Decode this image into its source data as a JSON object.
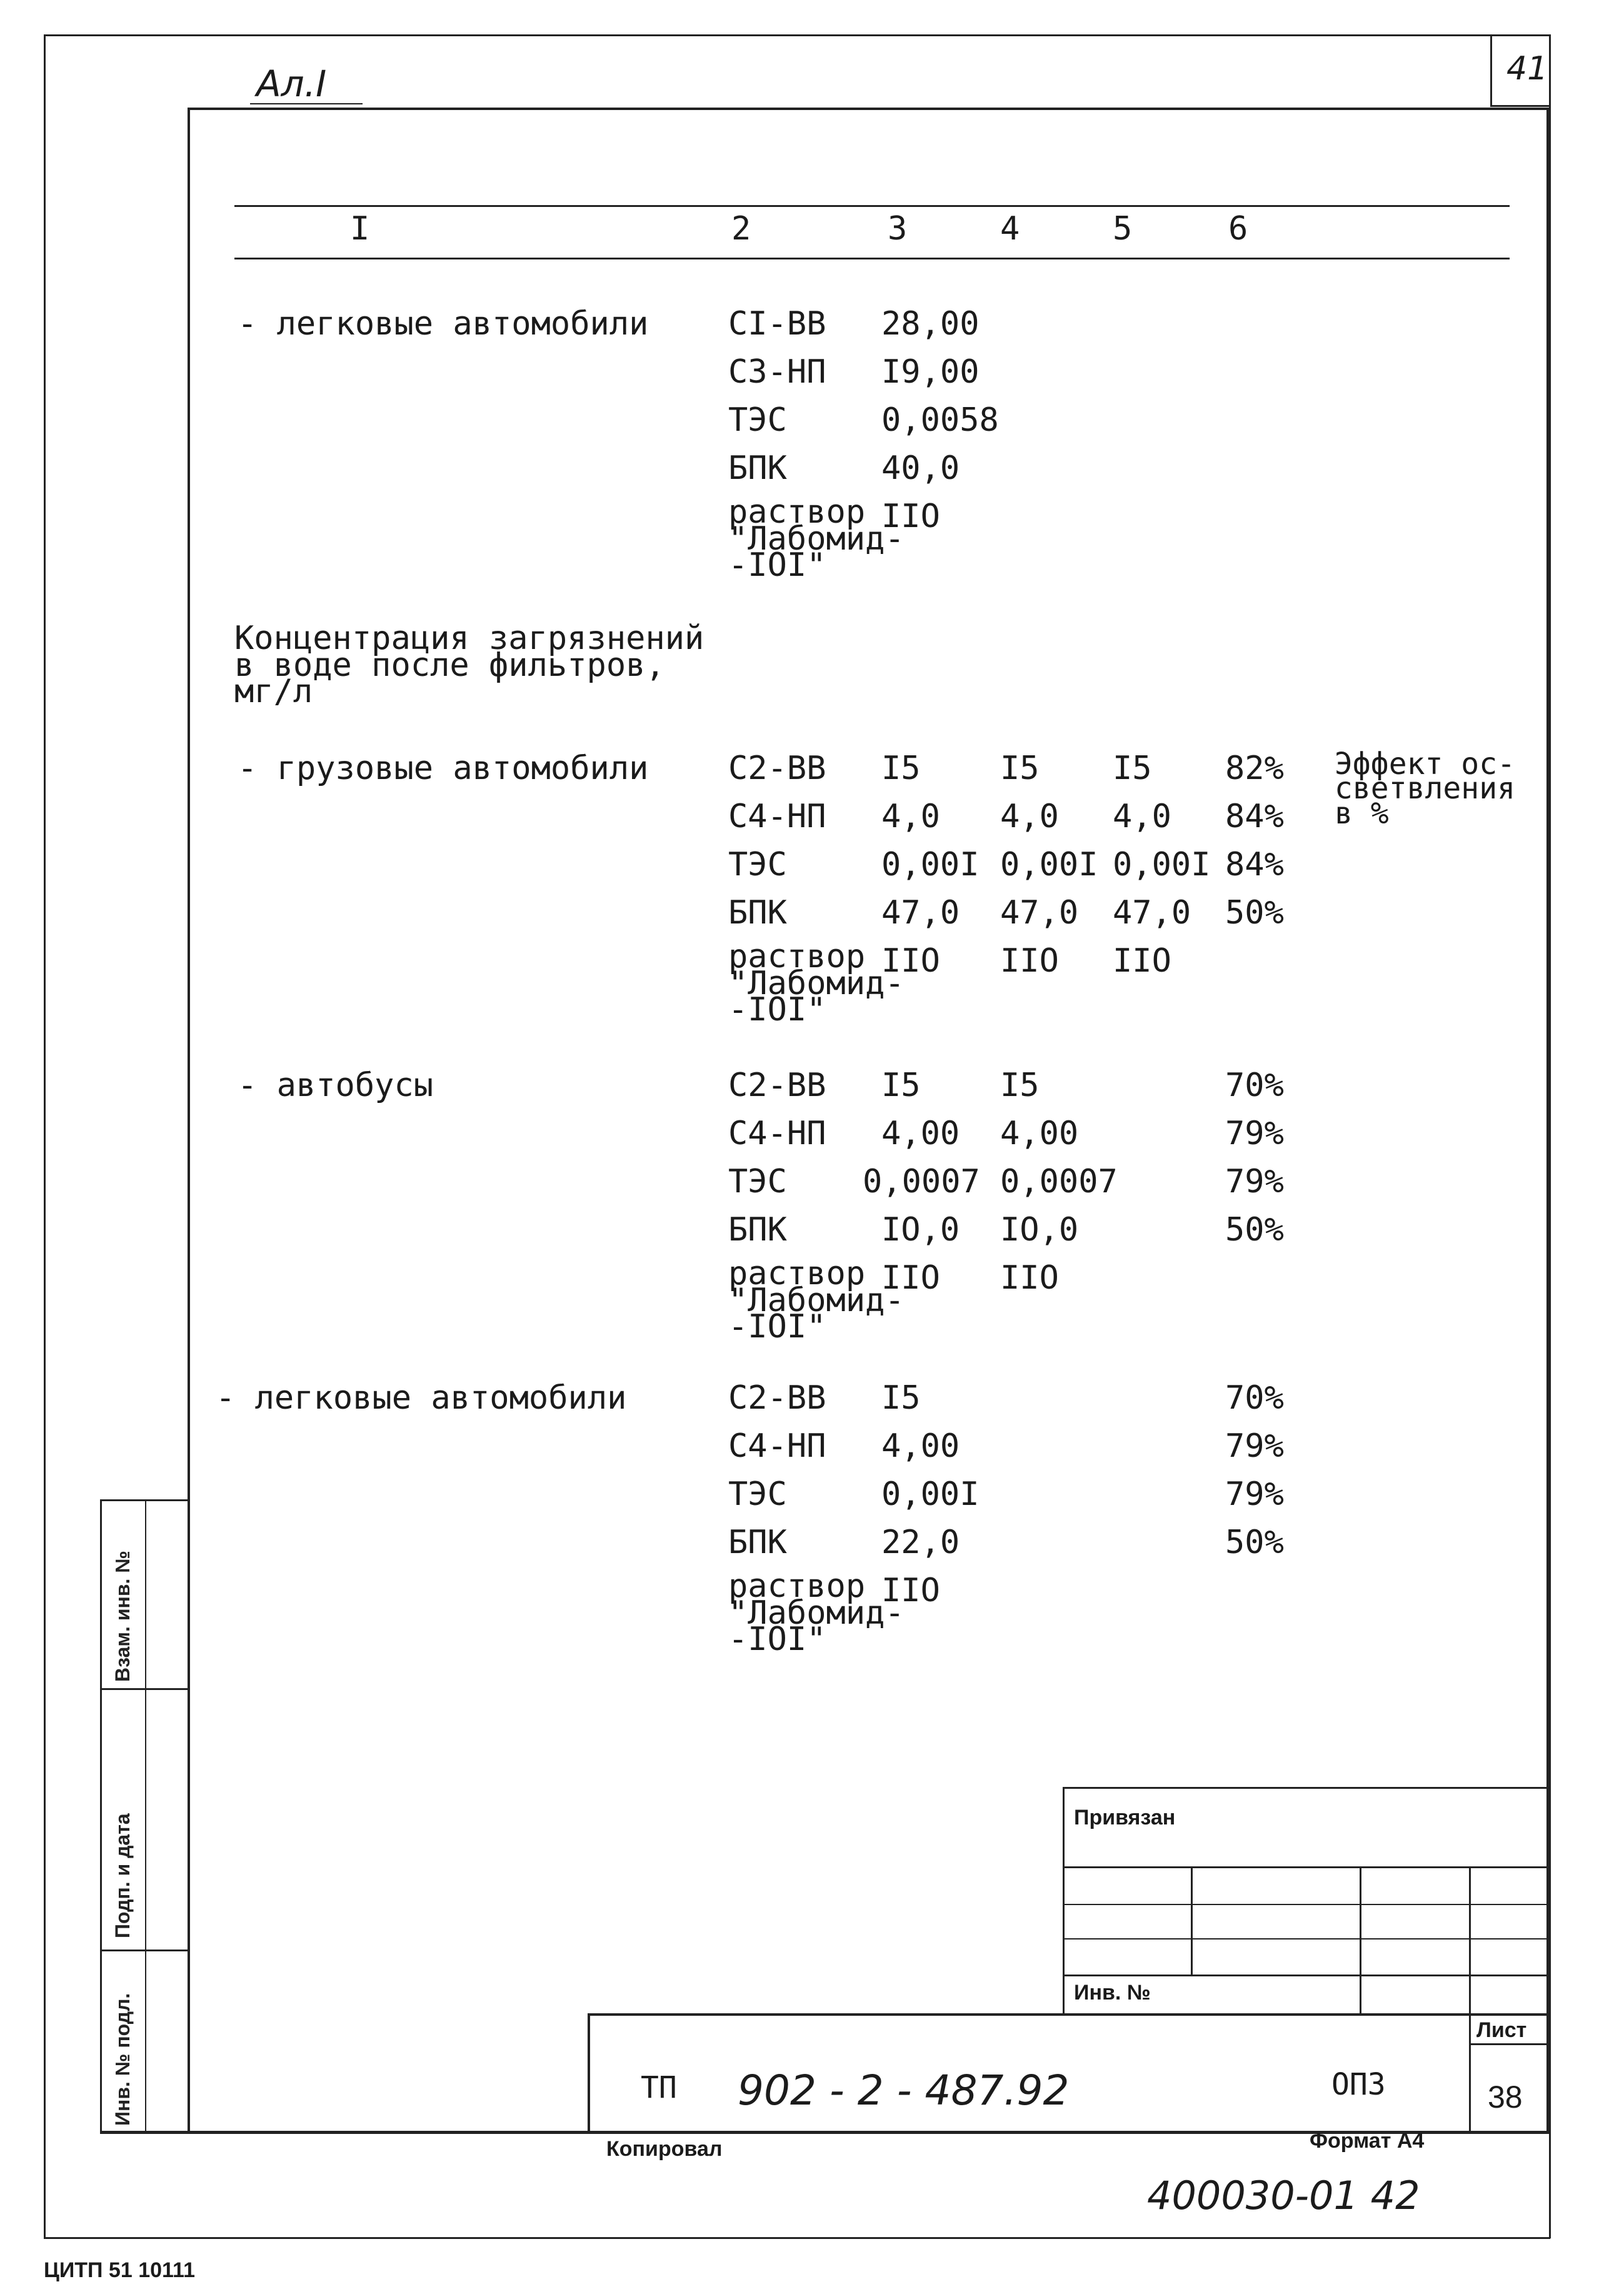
{
  "top_left_note": "Ал.I",
  "top_right_number": "41",
  "header_columns": [
    "I",
    "2",
    "3",
    "4",
    "5",
    "6"
  ],
  "section1": {
    "label": "- легковые автомобили",
    "rows": [
      {
        "code": "CI-BB",
        "c3": "28,00"
      },
      {
        "code": "C3-HП",
        "c3": "I9,00"
      },
      {
        "code": "ТЭС",
        "c3": "0,0058"
      },
      {
        "code": "БПК",
        "c3": "40,0"
      },
      {
        "code": "раствор\n\"Лабомид-\n-IOI\"",
        "c3": "IIO"
      }
    ]
  },
  "concentration_heading": "Концентрация загрязнений\nв воде после фильтров,\nмг/л",
  "section2": {
    "label": "- грузовые автомобили",
    "note": "Эффект ос-\nсветвления\nв %",
    "rows": [
      {
        "code": "C2-BB",
        "c3": "I5",
        "c4": "I5",
        "c5": "I5",
        "c6": "82%"
      },
      {
        "code": "C4-HП",
        "c3": "4,0",
        "c4": "4,0",
        "c5": "4,0",
        "c6": "84%"
      },
      {
        "code": "ТЭС",
        "c3": "0,00I",
        "c4": "0,00I",
        "c5": "0,00I",
        "c6": "84%"
      },
      {
        "code": "БПК",
        "c3": "47,0",
        "c4": "47,0",
        "c5": "47,0",
        "c6": "50%"
      },
      {
        "code": "раствор\n\"Лабомид-\n-IOI\"",
        "c3": "IIO",
        "c4": "IIO",
        "c5": "IIO",
        "c6": ""
      }
    ]
  },
  "section3": {
    "label": "- автобусы",
    "rows": [
      {
        "code": "C2-BB",
        "c3": "I5",
        "c4": "I5",
        "c6": "70%"
      },
      {
        "code": "C4-HП",
        "c3": "4,00",
        "c4": "4,00",
        "c6": "79%"
      },
      {
        "code": "ТЭС",
        "c3": "0,0007",
        "c4": "0,0007",
        "c6": "79%"
      },
      {
        "code": "БПК",
        "c3": "IO,0",
        "c4": "IO,0",
        "c6": "50%"
      },
      {
        "code": "раствор\n\"Лабомид-\n-IOI\"",
        "c3": "IIO",
        "c4": "IIO",
        "c6": ""
      }
    ]
  },
  "section4": {
    "label": "- легковые автомобили",
    "rows": [
      {
        "code": "C2-BB",
        "c3": "I5",
        "c6": "70%"
      },
      {
        "code": "C4-HП",
        "c3": "4,00",
        "c6": "79%"
      },
      {
        "code": "ТЭС",
        "c3": "0,00I",
        "c6": "79%"
      },
      {
        "code": "БПК",
        "c3": "22,0",
        "c6": "50%"
      },
      {
        "code": "раствор\n\"Лабомид-\n-IOI\"",
        "c3": "IIO",
        "c6": ""
      }
    ]
  },
  "side_stamps": [
    "Взам. инв. №",
    "Подп. и дата",
    "Инв. № подл."
  ],
  "title_block": {
    "privyazan": "Привязан",
    "inv_no": "Инв. №",
    "tp": "ТП",
    "designation": "902 - 2 - 487.92",
    "doc_type": "ОПЗ",
    "sheet_label": "Лист",
    "sheet_number": "38"
  },
  "footer": {
    "copied": "Копировал",
    "format": "Формат А4",
    "archive_number": "400030-01 42",
    "printer": "ЦИТП   51 10111"
  }
}
